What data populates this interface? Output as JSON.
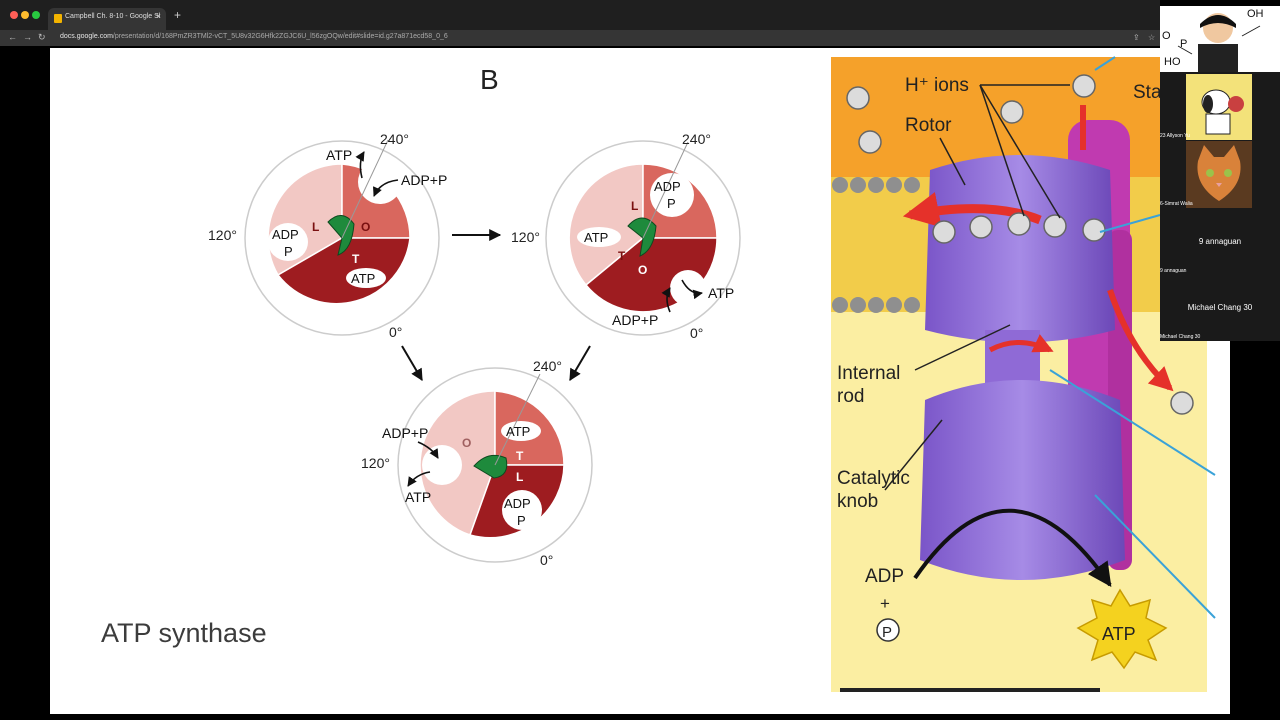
{
  "browser": {
    "tab_title": "Campbell Ch. 8-10 - Google Sl",
    "tab_close": "×",
    "new_tab": "+",
    "url_host": "docs.google.com",
    "url_path": "/presentation/d/168PmZR3TMl2-vCT_5U8v32G6Hfk2ZGJC6U_l56zgOQw/edit#slide=id.g27a871ecd58_0_6",
    "colors": {
      "red": "#ff5f57",
      "yellow": "#febc2e",
      "green": "#28c840"
    }
  },
  "slide": {
    "top_letter": "B",
    "title": "ATP synthase",
    "diagram_a": {
      "deg240": "240°",
      "deg120": "120°",
      "deg0": "0°",
      "atp_out": "ATP",
      "adp_pi_in": "ADP+P",
      "loose": "L",
      "open": "O",
      "tight": "T",
      "bound_adp": "ADP",
      "bound_pi": "P",
      "bound_atp": "ATP"
    },
    "diagram_b": {
      "deg240": "240°",
      "deg120": "120°",
      "deg0": "0°",
      "loose": "L",
      "tight": "T",
      "open": "O",
      "bound_adp": "ADP",
      "bound_pi": "P",
      "bound_atp": "ATP",
      "atp_out": "ATP",
      "adp_pi_in": "ADP+P"
    },
    "diagram_c": {
      "deg240": "240°",
      "deg120": "120°",
      "deg0": "0°",
      "open": "O",
      "tight": "T",
      "loose": "L",
      "adp_pi_in": "ADP+P",
      "atp_out": "ATP",
      "bound_atp": "ATP",
      "bound_adp": "ADP",
      "bound_pi": "P"
    },
    "illustration": {
      "h_ions": "H⁺ ions",
      "rotor": "Rotor",
      "stator_partial": "Sta",
      "internal_rod_1": "Internal",
      "internal_rod_2": "rod",
      "catalytic_knob_1": "Catalytic",
      "catalytic_knob_2": "knob",
      "adp": "ADP",
      "plus": "+",
      "pi": "P",
      "atp": "ATP"
    }
  },
  "participants": [
    {
      "name": "23 Allyson Yu"
    },
    {
      "name": "6-Simrat Walia"
    },
    {
      "name": "9 annaguan"
    },
    {
      "name": "Michael Chang 30"
    }
  ],
  "molecule_labels": {
    "oh": "OH",
    "ho": "HO",
    "p": "P",
    "o": "O"
  }
}
